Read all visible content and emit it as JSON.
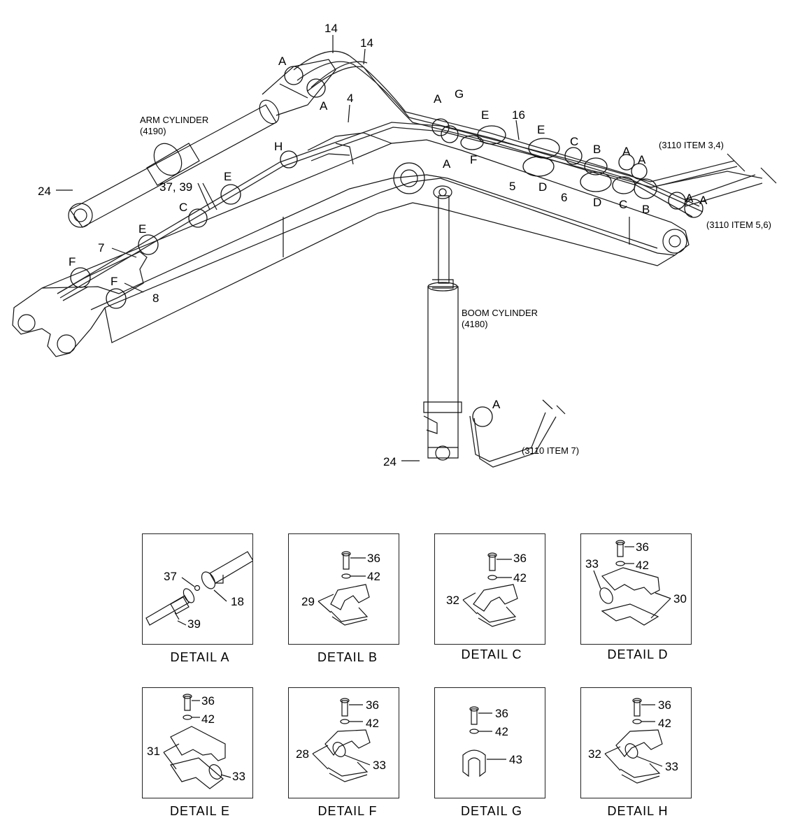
{
  "main": {
    "arm_cylinder": {
      "name": "ARM CYLINDER",
      "code": "(4190)"
    },
    "boom_cylinder": {
      "name": "BOOM CYLINDER",
      "code": "(4180)"
    },
    "refs": {
      "r34": "(3110 ITEM 3,4)",
      "r56": "(3110 ITEM 5,6)",
      "r7": "(3110 ITEM 7)"
    },
    "callouts": {
      "n14": "14",
      "n4": "4",
      "n16": "16",
      "n5": "5",
      "n6": "6",
      "n7": "7",
      "n8": "8",
      "n24": "24",
      "n3739": "37, 39",
      "A": "A",
      "B": "B",
      "C": "C",
      "D": "D",
      "E": "E",
      "F": "F",
      "G": "G",
      "H": "H"
    }
  },
  "details": [
    {
      "caption": "DETAIL  A",
      "labels": [
        "37",
        "18",
        "39"
      ]
    },
    {
      "caption": "DETAIL  B",
      "labels": [
        "36",
        "42",
        "29"
      ]
    },
    {
      "caption": "DETAIL  C",
      "labels": [
        "36",
        "42",
        "32"
      ]
    },
    {
      "caption": "DETAIL  D",
      "labels": [
        "36",
        "42",
        "33",
        "30"
      ]
    },
    {
      "caption": "DETAIL  E",
      "labels": [
        "36",
        "42",
        "31",
        "33"
      ]
    },
    {
      "caption": "DETAIL  F",
      "labels": [
        "36",
        "42",
        "28",
        "33"
      ]
    },
    {
      "caption": "DETAIL  G",
      "labels": [
        "36",
        "42",
        "43"
      ]
    },
    {
      "caption": "DETAIL  H",
      "labels": [
        "36",
        "42",
        "32",
        "33"
      ]
    }
  ]
}
